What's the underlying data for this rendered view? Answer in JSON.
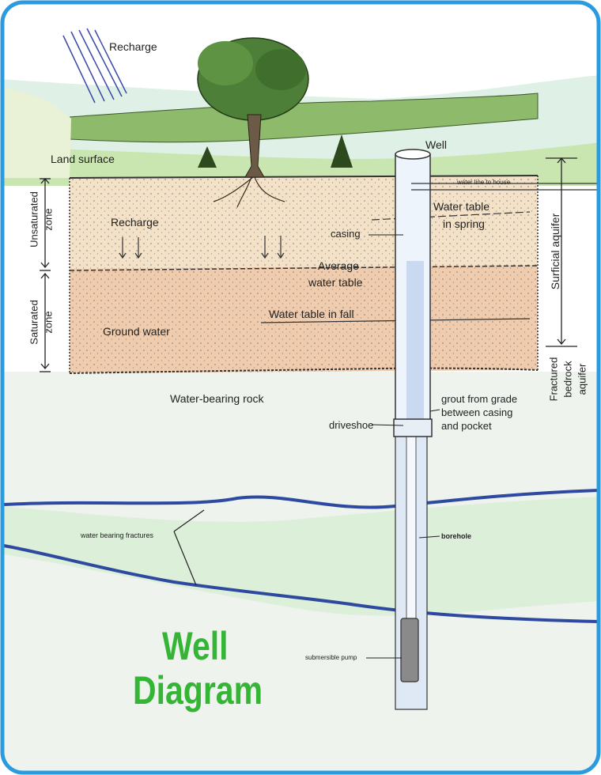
{
  "title": {
    "line1": "Well",
    "line2": "Diagram"
  },
  "labels": {
    "recharge_top": "Recharge",
    "land_surface": "Land surface",
    "well": "Well",
    "recharge_mid": "Recharge",
    "casing": "casing",
    "water_table_spring": [
      "Water table",
      "in spring"
    ],
    "water_line_house": "water line to house",
    "average_water_table": [
      "Average",
      "water table"
    ],
    "ground_water": "Ground water",
    "water_table_fall": "Water table in fall",
    "water_bearing_rock": "Water-bearing rock",
    "grout": [
      "grout from grade",
      "between casing",
      "and pocket"
    ],
    "driveshoe": "driveshoe",
    "borehole": "borehole",
    "water_bearing_fractures": "water bearing fractures",
    "submersible_pump": "submersible pump"
  },
  "zones": {
    "unsaturated": [
      "Unsaturated",
      "zone"
    ],
    "saturated": [
      "Saturated",
      "zone"
    ],
    "surficial_aquifer": "Surficial aquifer",
    "bedrock_aquifer": [
      "Fractured",
      "bedrock",
      "aquifer"
    ]
  },
  "colors": {
    "border": "#2b9be0",
    "title": "#35b535",
    "soil": "#f1d7b5",
    "fracture": "#2e4aa0",
    "water": "#bcd2ec"
  }
}
